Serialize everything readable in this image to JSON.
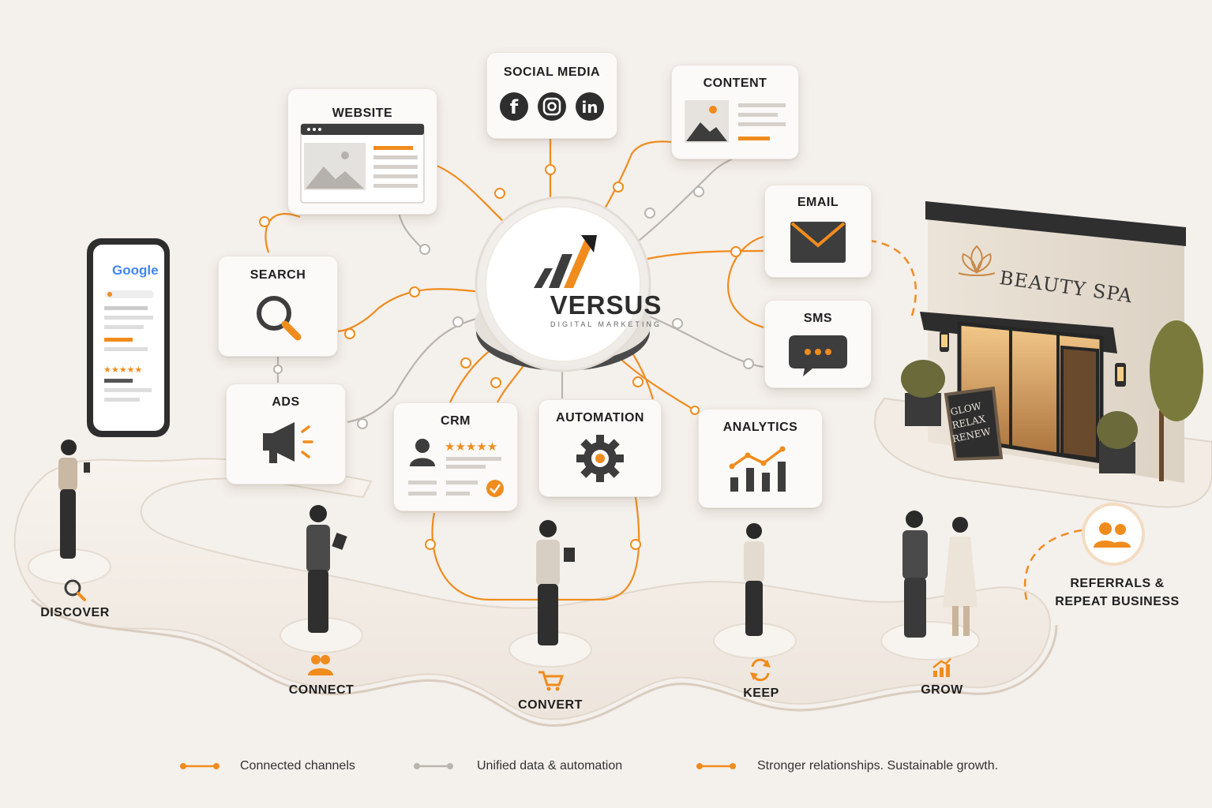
{
  "hub": {
    "name": "VERSUS",
    "tagline": "DIGITAL MARKETING"
  },
  "channels": {
    "website": "WEBSITE",
    "social_media": "SOCIAL MEDIA",
    "content": "CONTENT",
    "search": "SEARCH",
    "email": "EMAIL",
    "sms": "SMS",
    "ads": "ADS",
    "crm": "CRM",
    "automation": "AUTOMATION",
    "analytics": "ANALYTICS"
  },
  "journey": {
    "discover": "DISCOVER",
    "connect": "CONNECT",
    "convert": "CONVERT",
    "keep": "KEEP",
    "grow": "GROW"
  },
  "phone": {
    "brand": "Google"
  },
  "storefront": {
    "name": "BEAUTY SPA",
    "sign_lines": [
      "GLOW",
      "RELAX",
      "RENEW"
    ]
  },
  "referrals": {
    "line1": "REFERRALS &",
    "line2": "REPEAT BUSINESS"
  },
  "legend": {
    "connected": "Connected channels",
    "unified": "Unified data & automation",
    "stronger": "Stronger relationships. Sustainable growth."
  },
  "colors": {
    "accent": "#f08c1e",
    "dark": "#3d3d3d",
    "gray_line": "#b9b4ae",
    "background": "#f4f0ec"
  }
}
